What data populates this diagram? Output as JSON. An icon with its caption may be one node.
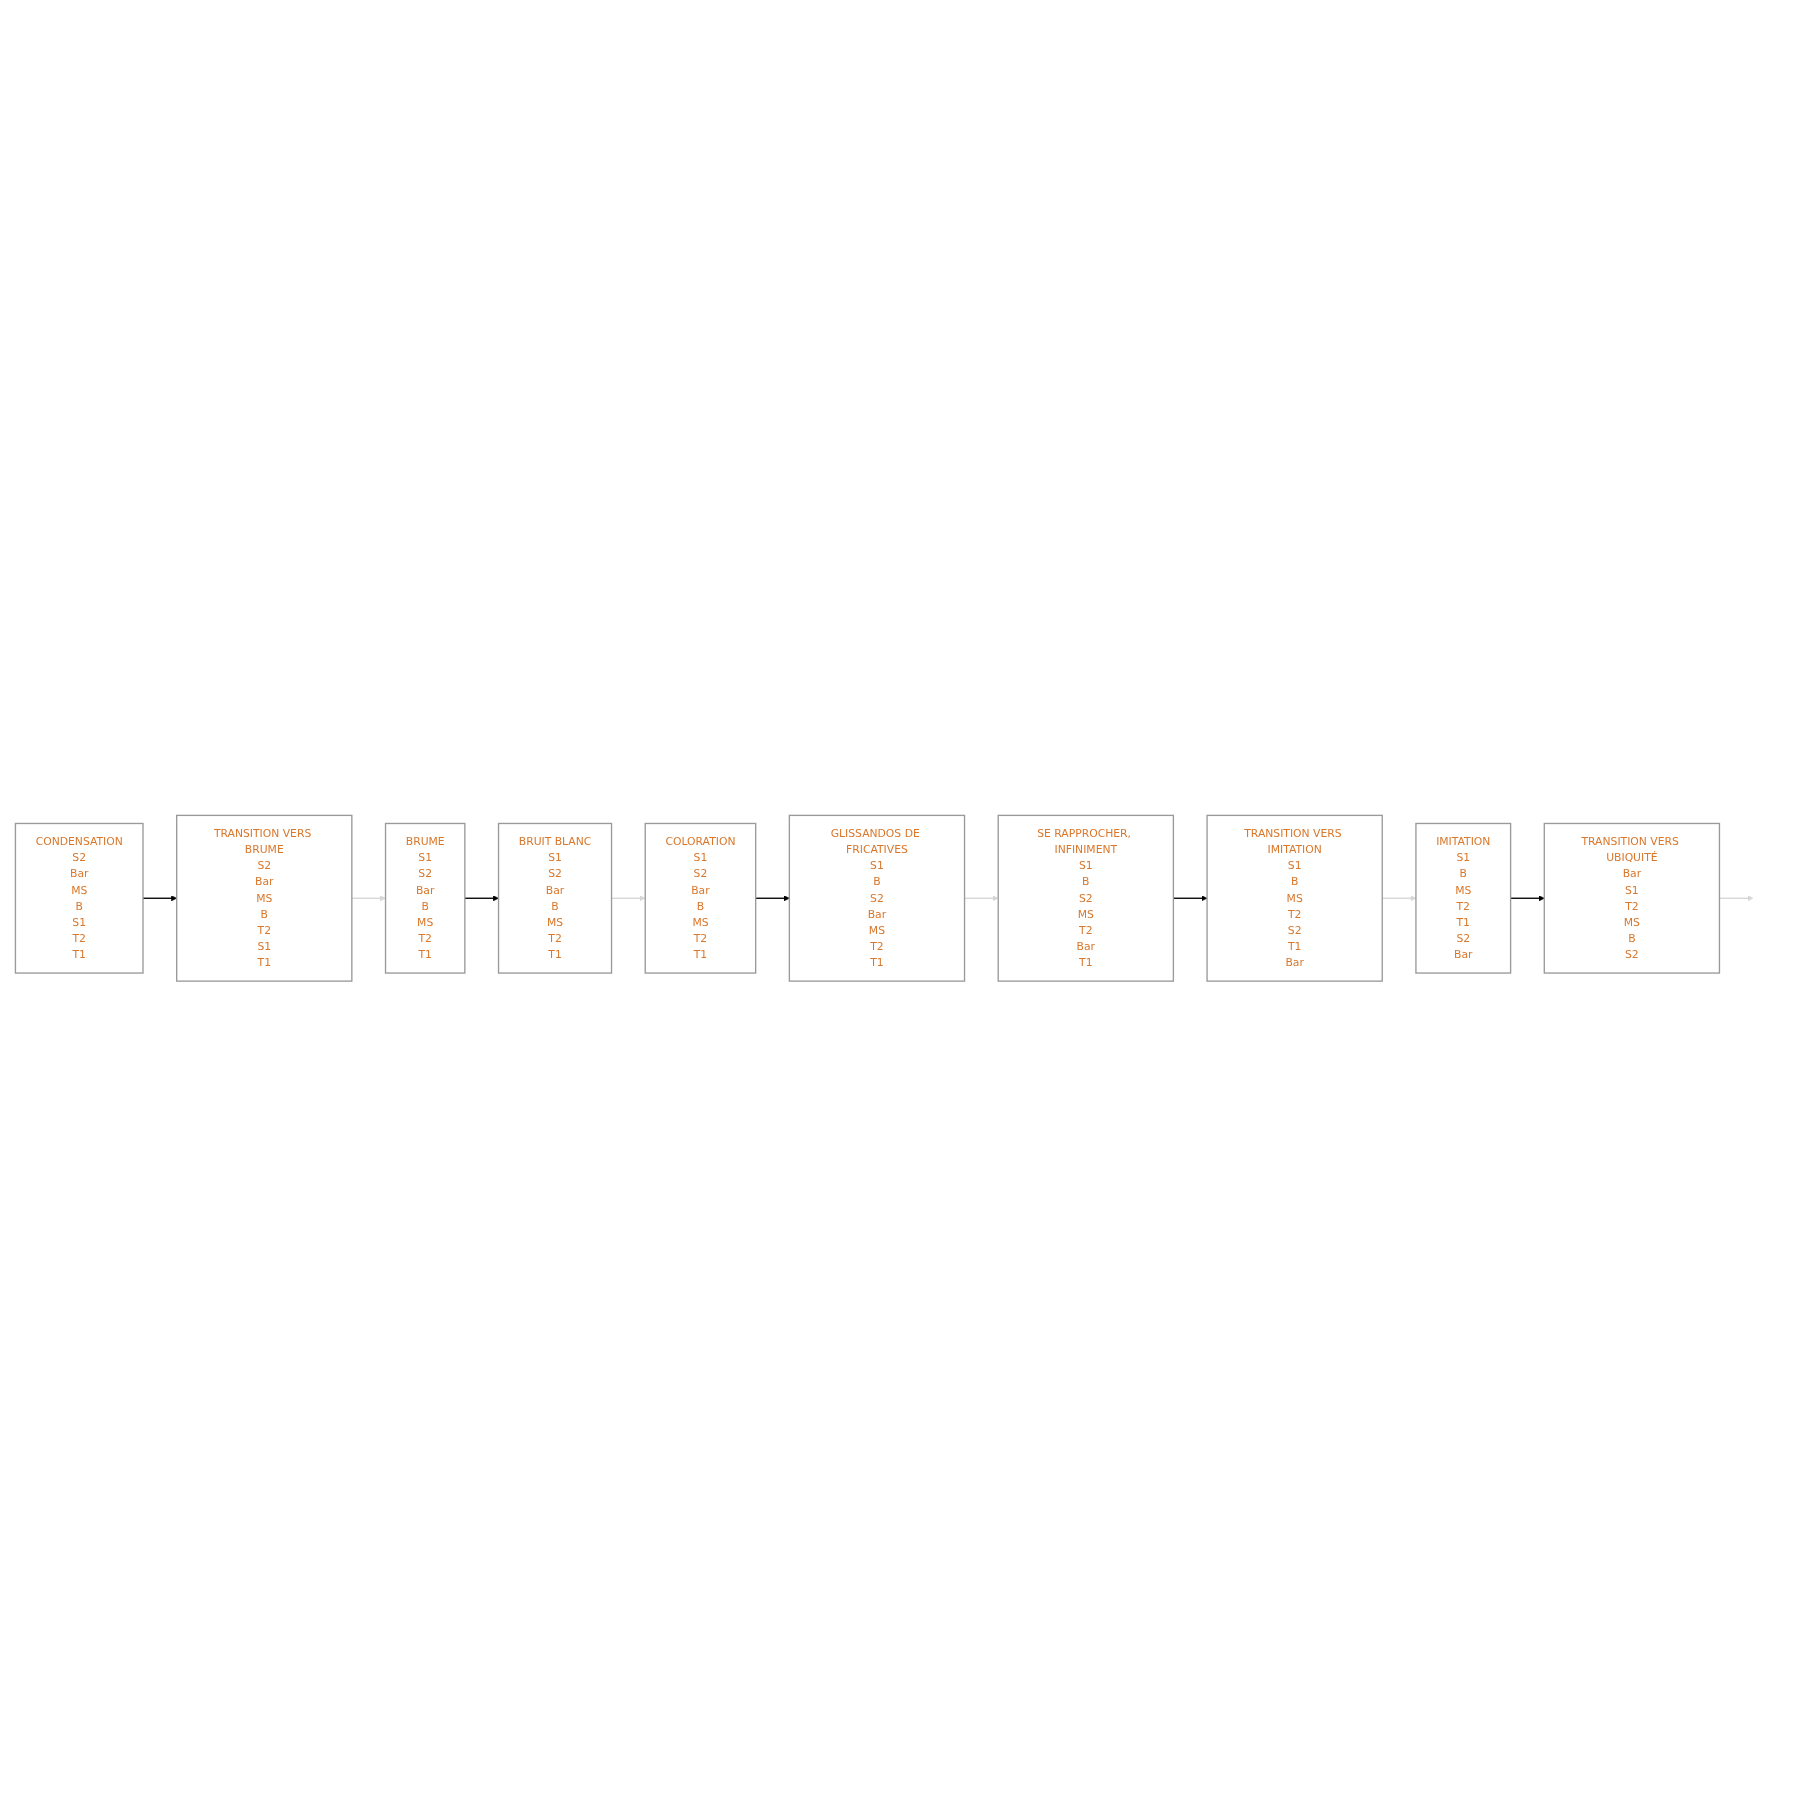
{
  "diagram": {
    "nodes": [
      {
        "text": [
          "CONDENSATION",
          "S2",
          "Bar",
          "MS",
          "B",
          "S1",
          "T2",
          "T1"
        ]
      },
      {
        "text": [
          "TRANSITION VERS BRUME",
          "S2",
          "Bar",
          "MS",
          "B",
          "T2",
          "S1",
          "T1"
        ]
      },
      {
        "text": [
          "BRUME",
          "S1",
          "S2",
          "Bar",
          "B",
          "MS",
          "T2",
          "T1"
        ]
      },
      {
        "text": [
          "BRUIT BLANC",
          "S1",
          "S2",
          "Bar",
          "B",
          "MS",
          "T2",
          "T1"
        ]
      },
      {
        "text": [
          "COLORATION",
          "S1",
          "S2",
          "Bar",
          "B",
          "MS",
          "T2",
          "T1"
        ]
      },
      {
        "text": [
          "GLISSANDOS DE FRICATIVES",
          "S1",
          "B",
          "S2",
          "Bar",
          "MS",
          "T2",
          "T1"
        ]
      },
      {
        "text": [
          "SE RAPPROCHER, INFINIMENT",
          "S1",
          "B",
          "S2",
          "MS",
          "T2",
          "Bar",
          "T1"
        ]
      },
      {
        "text": [
          "TRANSITION VERS IMITATION",
          "S1",
          "B",
          "MS",
          "T2",
          "S2",
          "T1",
          "Bar"
        ]
      },
      {
        "text": [
          "IMITATION",
          "S1",
          "B",
          "MS",
          "T2",
          "T1",
          "S2",
          "Bar"
        ]
      },
      {
        "text": [
          "TRANSITION VERS UBIQUITÉ",
          "Bar",
          "S1",
          "T2",
          "MS",
          "B",
          "S2"
        ]
      }
    ],
    "edges": [
      {
        "from": 0,
        "to": 1,
        "arrow": "to"
      },
      {
        "from": 1,
        "to": 2,
        "arrow": "to",
        "color": "#d6d6d6"
      },
      {
        "from": 2,
        "to": 3,
        "arrow": "to"
      },
      {
        "from": 3,
        "to": 4,
        "arrow": "to",
        "color": "#d6d6d6"
      },
      {
        "from": 4,
        "to": 5,
        "arrow": "to"
      },
      {
        "from": 5,
        "to": 6,
        "arrow": "to",
        "color": "#d6d6d6"
      },
      {
        "from": 6,
        "to": 7,
        "arrow": "to"
      },
      {
        "from": 7,
        "to": 8,
        "arrow": "to",
        "color": "#d6d6d6"
      },
      {
        "from": 8,
        "to": 9,
        "arrow": "to"
      },
      {
        "from": 9,
        "to": null,
        "arrow": "to",
        "color": "#d6d6d6"
      }
    ]
  }
}
